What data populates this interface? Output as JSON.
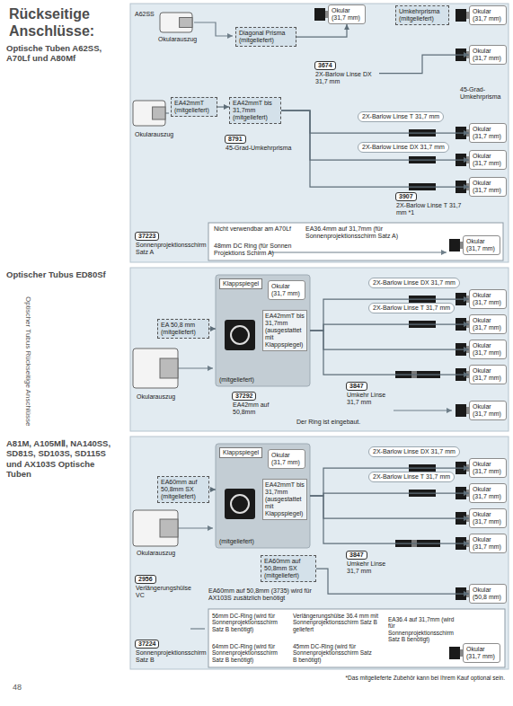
{
  "diagram": {
    "title": "Rückseitige Anschlüsse:",
    "nodes": [
      {
        "text": [
          "Optische Tuben A62SS, A70Lf und A80Mf"
        ]
      },
      {
        "text": [
          "Diagonal Prisma (mitgeliefert)"
        ],
        "in": 0
      },
      {
        "text": [
          "Okular (31,7 mm)"
        ],
        "in": 0
      },
      {
        "text": [
          "Umkehrprisma (mitgeliefert)"
        ],
        "in": 0
      },
      {
        "text": [
          "Okular (31,7 mm)"
        ],
        "in": 0
      },
      {
        "text": [
          "3674",
          "2X-Barlow Linse DX 31,7 mm"
        ],
        "in": 0
      },
      {
        "text": [
          "Okular (31,7 mm)"
        ],
        "in": 0
      },
      {
        "text": [
          "EA42mmT (mitgeliefert)"
        ],
        "in": 0
      },
      {
        "text": [
          "EA42mmT bis 31,7mm (mitgeliefert)"
        ],
        "in": 0
      },
      {
        "text": [
          "8791",
          "45-Grad-Umkehrprisma"
        ],
        "in": 0
      },
      {
        "text": [
          "2X-Barlow Linse T 31,7 mm"
        ],
        "in": 0
      },
      {
        "text": [
          "Okular (31,7 mm)"
        ],
        "in": 0
      },
      {
        "text": [
          "2X-Barlow Linse DX 31,7 mm"
        ],
        "in": 0
      },
      {
        "text": [
          "Okular (31,7 mm)"
        ],
        "in": 0
      },
      {
        "text": [
          "3907",
          "2X-Barlow Linse T 31,7 mm *1"
        ],
        "in": 0
      },
      {
        "text": [
          "Okular (31,7 mm)"
        ],
        "in": 0
      },
      {
        "text": [
          "Okular (31,7 mm)"
        ],
        "in": 0
      },
      {
        "text": [
          "37223",
          "Sonnenprojektionsschirm Satz A"
        ],
        "in": 0
      },
      {
        "text": [
          "Optischer Tubus ED80Sf"
        ]
      },
      {
        "text": [
          "EA 50,8 mm (mitgeliefert)"
        ],
        "in": 18
      },
      {
        "text": [
          "Klappspiegel",
          "(mitgeliefert)"
        ],
        "in": 18
      },
      {
        "text": [
          "Okular (31,7 mm)"
        ],
        "in": 20
      },
      {
        "text": [
          "EA42mmT bis 31,7mm (ausgestattet mit Klappspiegel)"
        ],
        "in": 20
      },
      {
        "text": [
          "2X-Barlow Linse DX 31,7 mm"
        ],
        "in": 18
      },
      {
        "text": [
          "Okular (31,7 mm)"
        ],
        "in": 18
      },
      {
        "text": [
          "2X-Barlow Linse T 31,7 mm"
        ],
        "in": 18
      },
      {
        "text": [
          "Okular (31,7 mm)"
        ],
        "in": 18
      },
      {
        "text": [
          "Okular (31,7 mm)"
        ],
        "in": 18
      },
      {
        "text": [
          "Okular (31,7 mm)"
        ],
        "in": 18
      },
      {
        "text": [
          "3847",
          "Umkehr Linse 31,7 mm"
        ],
        "in": 18
      },
      {
        "text": [
          "37292",
          "EA42mm auf 50,8mm"
        ],
        "in": 18
      },
      {
        "text": [
          "Okular (31,7 mm)"
        ],
        "in": 18
      },
      {
        "text": [
          "A81M, A105MⅡ, NA140SS, SD81S, SD103S, SD115S und AX103S Optische Tuben"
        ]
      },
      {
        "text": [
          "EA60mm auf 50,8mm SX (mitgeliefert)"
        ],
        "in": 32
      },
      {
        "text": [
          "Klappspiegel",
          "(mitgeliefert)"
        ],
        "in": 32
      },
      {
        "text": [
          "Okular (31,7 mm)"
        ],
        "in": 34
      },
      {
        "text": [
          "EA42mmT bis 31,7mm (ausgestattet mit Klappspiegel)"
        ],
        "in": 34
      },
      {
        "text": [
          "2X-Barlow Linse DX 31,7 mm"
        ],
        "in": 32
      },
      {
        "text": [
          "Okular (31,7 mm)"
        ],
        "in": 32
      },
      {
        "text": [
          "2X-Barlow Linse T 31,7 mm"
        ],
        "in": 32
      },
      {
        "text": [
          "Okular (31,7 mm)"
        ],
        "in": 32
      },
      {
        "text": [
          "Okular (31,7 mm)"
        ],
        "in": 32
      },
      {
        "text": [
          "Okular (31,7 mm)"
        ],
        "in": 32
      },
      {
        "text": [
          "3847",
          "Umkehr Linse 31,7 mm"
        ],
        "in": 32
      },
      {
        "text": [
          "2956",
          "Verlängerungshülse VC"
        ],
        "in": 32
      },
      {
        "text": [
          "EA60mm auf 50,8mm SX (mitgeliefert)"
        ],
        "in": 32
      },
      {
        "text": [
          "Okular (50,8 mm)"
        ],
        "in": 32
      },
      {
        "text": [
          "Okular (31,7 mm)"
        ],
        "in": 32
      },
      {
        "text": [
          "37224",
          "Sonnenprojektionsschirm Satz B"
        ],
        "in": 32
      }
    ],
    "edges": [
      {
        "from": 1,
        "to": 2,
        "arrow": "to"
      },
      {
        "from": 7,
        "to": 8,
        "arrow": "to"
      },
      {
        "from": 5,
        "to": 6,
        "arrow": "to"
      },
      {
        "from": 8,
        "to": 11,
        "arrow": "to"
      },
      {
        "from": 8,
        "to": 13,
        "arrow": "to"
      },
      {
        "from": 8,
        "to": 15,
        "arrow": "to"
      },
      {
        "from": 19,
        "to": 20,
        "arrow": "to"
      },
      {
        "from": 20,
        "to": 24,
        "arrow": "to"
      },
      {
        "from": 20,
        "to": 26,
        "arrow": "to"
      },
      {
        "from": 20,
        "to": 27,
        "arrow": "to"
      },
      {
        "from": 20,
        "to": 28,
        "arrow": "to"
      },
      {
        "from": 33,
        "to": 34,
        "arrow": "to"
      },
      {
        "from": 34,
        "to": 38,
        "arrow": "to"
      },
      {
        "from": 34,
        "to": 40,
        "arrow": "to"
      },
      {
        "from": 34,
        "to": 41,
        "arrow": "to"
      },
      {
        "from": 34,
        "to": 42,
        "arrow": "to"
      },
      {
        "from": 45,
        "to": 46,
        "arrow": "to"
      }
    ],
    "labels": [
      "A62SS",
      "Okularauszug",
      "45-Grad-Umkehrprisma",
      "Okularauszug",
      "Nicht verwendbar am A70Lf",
      "EA36.4mm auf 31,7mm (für Sonnenprojektionsschirm Satz A)",
      "48mm DC Ring (für Sonnen Projektions Schirm A)",
      "Okularauszug",
      "Der Ring ist eingebaut.",
      "Okularauszug",
      "EA60mm auf 50,8mm (3735) wird für AX103S zusätzlich benötigt",
      "56mm DC-Ring (wird für Sonnenprojektionsschirm Satz B benötigt)",
      "Verlängerungshülse 36.4 mm mit Sonnenprojektionsschirm Satz B geliefert",
      "EA36.4 auf 31,7mm (wird für Sonnenprojektionsschirm Satz B benötigt)",
      "64mm DC-Ring (wird für Sonnenprojektionsschirm Satz B benötigt)",
      "45mm DC-Ring (wird für Sonnenprojektionsschirm Satz B benötigt)",
      "*Das mitgelieferte Zubehör kann bei Ihrem Kauf optional sein.",
      "Optischer Tubus Rückseitige Anschlüsse",
      "48"
    ]
  }
}
